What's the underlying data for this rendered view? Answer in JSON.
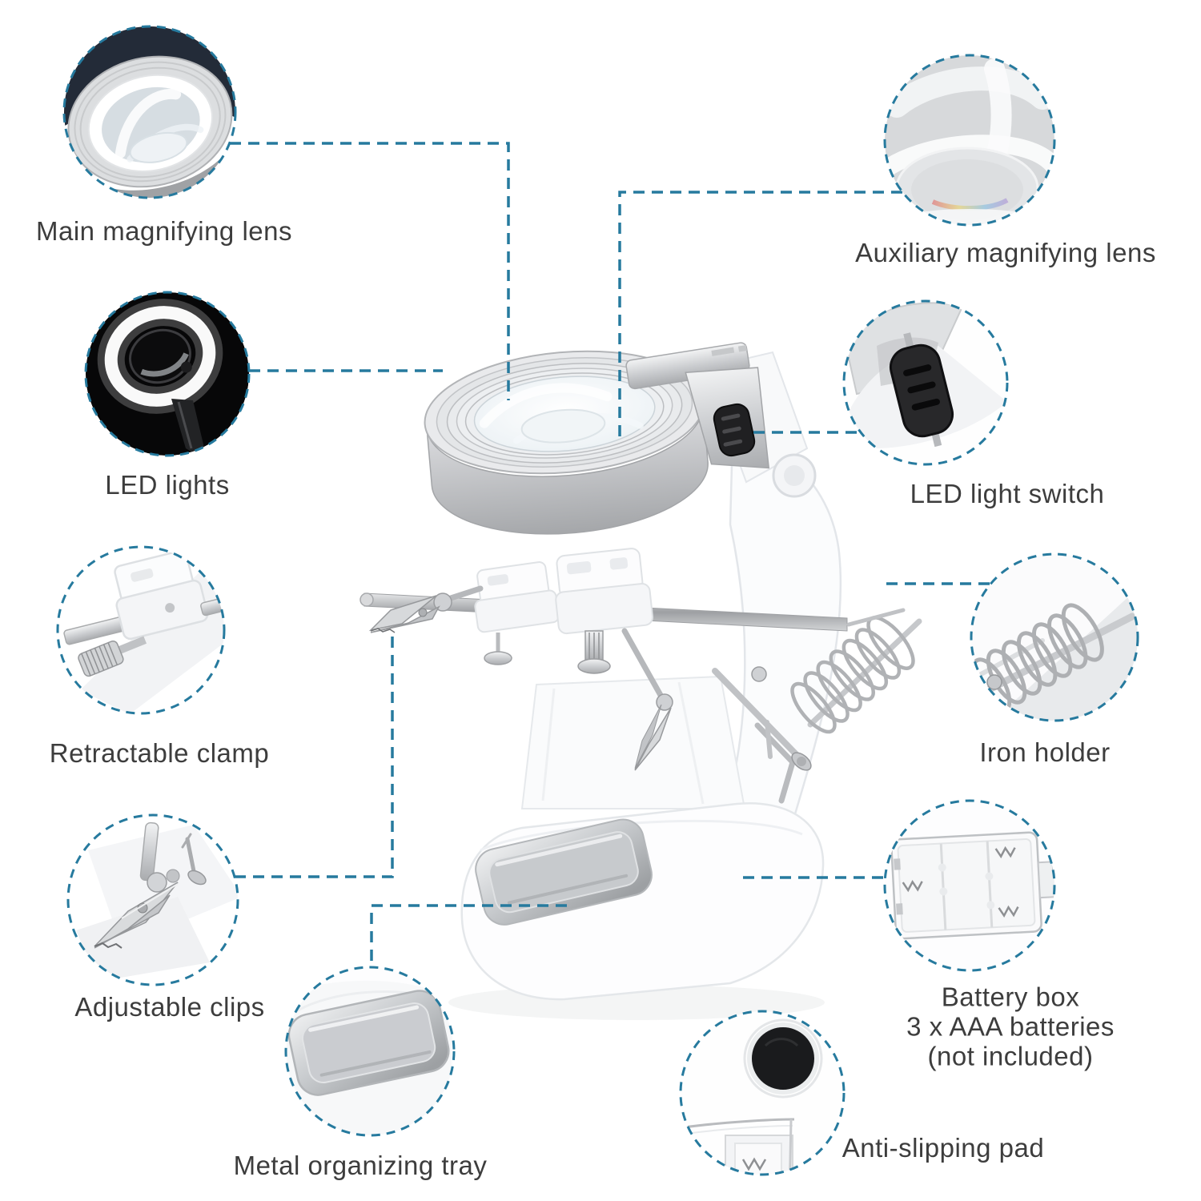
{
  "meta": {
    "title": "Helping hand magnifier with LED light - product feature diagram"
  },
  "style": {
    "background": "#ffffff",
    "accent_dashed": "#267a9e",
    "label_color": "#3d3d3d",
    "silver": "#d9dadc",
    "switch_black": "#232325",
    "led_photo_background": "#070708",
    "lens_photo_background": "#232b38"
  },
  "callouts": [
    {
      "id": "main-magnifying-lens",
      "label": "Main magnifying lens",
      "photo_alt": "close-up of the main magnifying lens ring"
    },
    {
      "id": "auxiliary-magnifying-lens",
      "label": "Auxiliary magnifying lens",
      "photo_alt": "close-up of the small auxiliary lens dome"
    },
    {
      "id": "led-lights",
      "label": "LED lights",
      "photo_alt": "LED ring glowing in the dark"
    },
    {
      "id": "led-light-switch",
      "label": "LED light switch",
      "photo_alt": "black ribbed slide switch on housing"
    },
    {
      "id": "retractable-clamp",
      "label": "Retractable clamp",
      "photo_alt": "white clamp block with knurled thumbscrew on metal rod"
    },
    {
      "id": "iron-holder",
      "label": "Iron holder",
      "photo_alt": "coiled spring soldering iron holder"
    },
    {
      "id": "adjustable-clips",
      "label": "Adjustable clips",
      "photo_alt": "alligator clip on articulated arm"
    },
    {
      "id": "battery-box",
      "lines": [
        "Battery box",
        "3 x AAA batteries",
        "(not included)"
      ],
      "photo_alt": "open battery compartment with three bays and springs"
    },
    {
      "id": "metal-organizing-tray",
      "label": "Metal organizing tray",
      "photo_alt": "recessed metal tray in the base"
    },
    {
      "id": "anti-slipping-pad",
      "label": "Anti-slipping pad",
      "photo_alt": "round black rubber pad on base underside"
    }
  ],
  "product": {
    "name": "helping hand magnifier soldering station"
  }
}
